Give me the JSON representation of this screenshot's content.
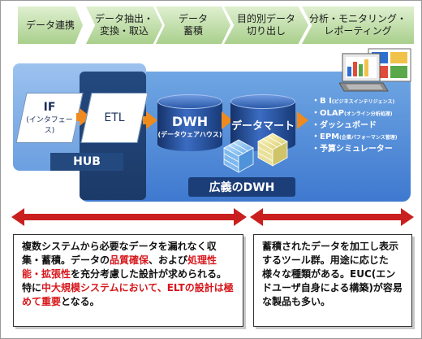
{
  "steps": [
    "データ連携",
    "データ抽出・\n変換・取込",
    "データ\n蓄積",
    "目的別データ\n切り出し",
    "分析・モニタリング・\nレポーティング"
  ],
  "if_box": {
    "label": "IF",
    "sub": "(インタフェース)"
  },
  "etl_box": {
    "label": "ETL"
  },
  "dwh": {
    "label": "DWH",
    "sub": "(データウェアハウス)"
  },
  "mart": {
    "label": "データマート"
  },
  "tools": [
    {
      "main": "・B I",
      "sub": "(ビジネスインテリジェンス)"
    },
    {
      "main": "・OLAP",
      "sub": "(オンライン分析処理)"
    },
    {
      "main": "・ダッシュボード",
      "sub": ""
    },
    {
      "main": "・EPM",
      "sub": "(企業パフォーマンス管理)"
    },
    {
      "main": "・予算シミュレーター",
      "sub": ""
    }
  ],
  "hub_label": "HUB",
  "wide_dwh_label": "広義のDWH",
  "left_text": [
    {
      "t": "複数システムから必要なデータを漏れなく収集・蓄積。データの",
      "red": false
    },
    {
      "t": "品質確保",
      "red": true
    },
    {
      "t": "、および",
      "red": false
    },
    {
      "t": "処理性能・拡張性",
      "red": true
    },
    {
      "t": "を充分考慮した設計が求められる。特に",
      "red": false
    },
    {
      "t": "中大規模システムにおいて、ELTの設計は極めて重要",
      "red": true
    },
    {
      "t": "となる。",
      "red": false
    }
  ],
  "right_text": "蓄積されたデータを加工し表示するツール群。用途に応じた様々な種類がある。EUC(エンドユーザ自身による構築)が容易な製品も多い。",
  "colors": {
    "step_green": "#a9cf8c",
    "panel_blue": "#3f79cf",
    "hub_dark": "#23497f",
    "arrow_orange": "#ef8a1e",
    "arrow_red": "#c9201f",
    "highlight_red": "#d7161b"
  }
}
